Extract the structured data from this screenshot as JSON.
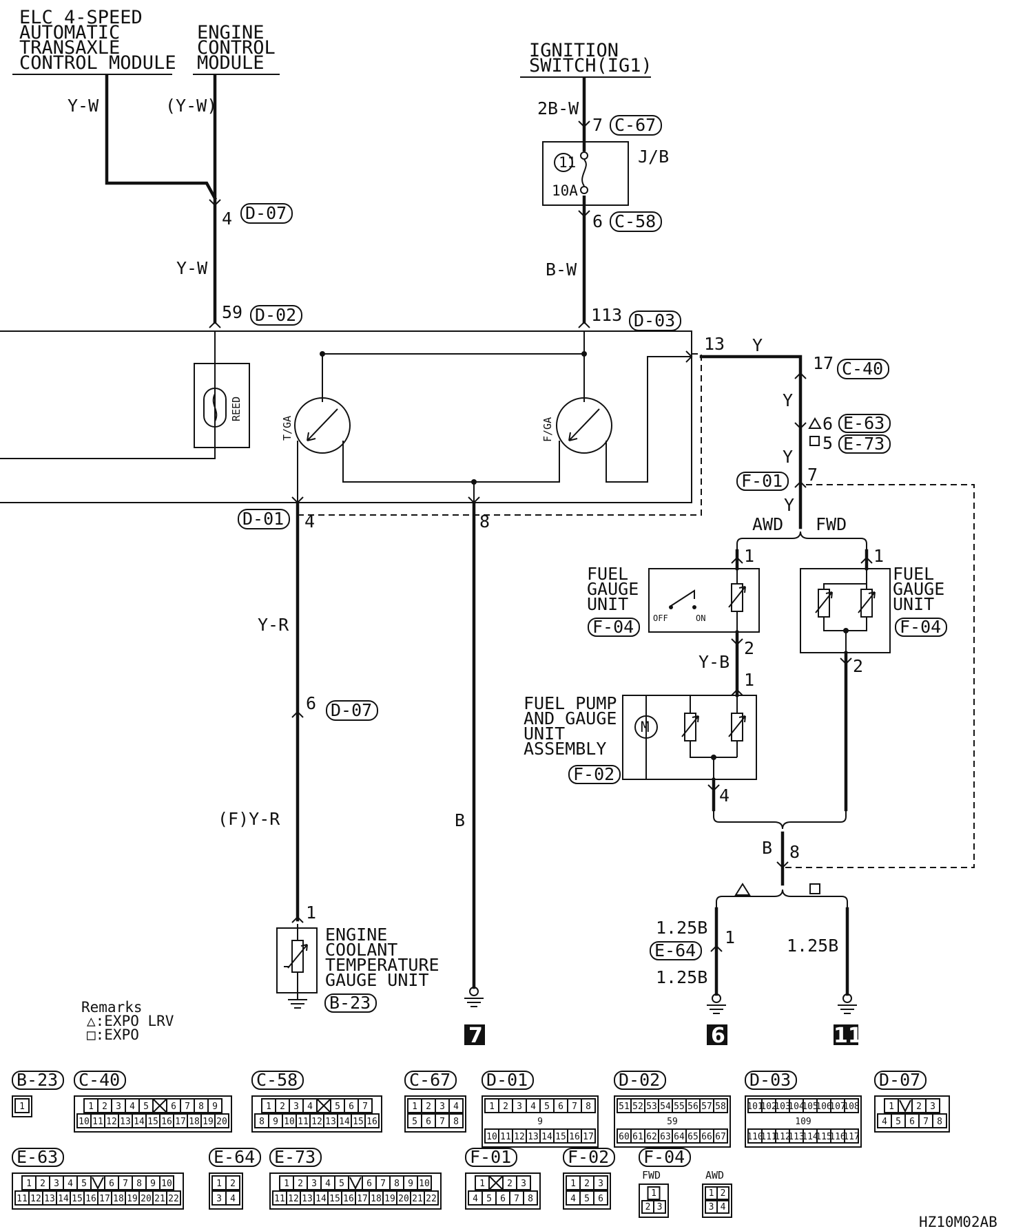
{
  "modules": {
    "elc": [
      "ELC 4-SPEED",
      "AUTOMATIC",
      "TRANSAXLE",
      "CONTROL MODULE"
    ],
    "ecm": [
      "ENGINE",
      "CONTROL",
      "MODULE"
    ],
    "ignition": [
      "IGNITION",
      "SWITCH(IG1)"
    ]
  },
  "wires": {
    "yw": "Y-W",
    "yw_paren": "(Y-W)",
    "yw2": "Y-W",
    "bw2": "2B-W",
    "bw": "B-W",
    "y1": "Y",
    "y2": "Y",
    "y3": "Y",
    "y4": "Y",
    "yr": "Y-R",
    "fyr": "(F)Y-R",
    "b": "B",
    "yb": "Y-B",
    "b8": "B",
    "w125a": "1.25B",
    "w125b": "1.25B",
    "w125c": "1.25B"
  },
  "pins": {
    "p7": "7",
    "p6": "6",
    "p4": "4",
    "p59": "59",
    "p113": "113",
    "p13": "13",
    "p17": "17",
    "p6e": "6",
    "p5e": "5",
    "p7f": "7",
    "p4d": "4",
    "p8d": "8",
    "p6d": "6",
    "p1": "1",
    "awd1": "1",
    "awd2": "2",
    "pump1": "1",
    "pump4": "4",
    "fwd1": "1",
    "fwd2": "2",
    "g8": "8",
    "e64p": "1"
  },
  "connectors": {
    "c67": "C-67",
    "c58": "C-58",
    "d07a": "D-07",
    "d02": "D-02",
    "d03": "D-03",
    "c40": "C-40",
    "e63": "E-63",
    "e73": "E-73",
    "f01": "F-01",
    "d01": "D-01",
    "d07b": "D-07",
    "f04a": "F-04",
    "f04b": "F-04",
    "f02": "F-02",
    "e64": "E-64",
    "b23": "B-23"
  },
  "components": {
    "jb": "J/B",
    "fuse_num": "11",
    "fuse_rating": "10A",
    "reed": "REED",
    "tga": "T/GA",
    "fga": "F/GA",
    "fuel_gauge_awd": [
      "FUEL",
      "GAUGE",
      "UNIT"
    ],
    "fuel_gauge_fwd": [
      "FUEL",
      "GAUGE",
      "UNIT"
    ],
    "fuel_pump": [
      "FUEL PUMP",
      "AND GAUGE",
      "UNIT",
      "ASSEMBLY"
    ],
    "coolant": [
      "ENGINE",
      "COOLANT",
      "TEMPERATURE",
      "GAUGE UNIT"
    ],
    "off": "OFF",
    "on": "ON",
    "motor": "M"
  },
  "branches": {
    "awd": "AWD",
    "fwd": "FWD"
  },
  "grounds": {
    "g7": "7",
    "g6": "6",
    "g11": "11"
  },
  "remarks": [
    "Remarks",
    "△:EXPO LRV",
    "□:EXPO"
  ],
  "connector_views": [
    {
      "id": "B-23",
      "rows": [
        [
          "1"
        ]
      ]
    },
    {
      "id": "C-40",
      "rows": [
        [
          "1",
          "2",
          "3",
          "4",
          "5",
          "X",
          "6",
          "7",
          "8",
          "9"
        ],
        [
          "10",
          "11",
          "12",
          "13",
          "14",
          "15",
          "16",
          "17",
          "18",
          "19",
          "20"
        ]
      ]
    },
    {
      "id": "C-58",
      "rows": [
        [
          "1",
          "2",
          "3",
          "4",
          "X",
          "5",
          "6",
          "7"
        ],
        [
          "8",
          "9",
          "10",
          "11",
          "12",
          "13",
          "14",
          "15",
          "16"
        ]
      ]
    },
    {
      "id": "C-67",
      "rows": [
        [
          "1",
          "2",
          "3",
          "4"
        ],
        [
          "5",
          "6",
          "7",
          "8"
        ]
      ]
    },
    {
      "id": "D-01",
      "rows": [
        [
          "1",
          "2",
          "3",
          "4",
          "5",
          "6",
          "7",
          "8"
        ],
        [
          "10",
          "11",
          "12",
          "13",
          "14",
          "15",
          "16",
          "17"
        ]
      ],
      "mid": "9"
    },
    {
      "id": "D-02",
      "rows": [
        [
          "51",
          "52",
          "53",
          "54",
          "55",
          "56",
          "57",
          "58"
        ],
        [
          "60",
          "61",
          "62",
          "63",
          "64",
          "65",
          "66",
          "67"
        ]
      ],
      "mid": "59"
    },
    {
      "id": "D-03",
      "rows": [
        [
          "101",
          "102",
          "103",
          "104",
          "105",
          "106",
          "107",
          "108"
        ],
        [
          "110",
          "111",
          "112",
          "113",
          "114",
          "115",
          "116",
          "117"
        ]
      ],
      "mid": "109"
    },
    {
      "id": "D-07",
      "rows": [
        [
          "1",
          "V",
          "2",
          "3"
        ],
        [
          "4",
          "5",
          "6",
          "7",
          "8"
        ]
      ]
    },
    {
      "id": "E-63",
      "rows": [
        [
          "1",
          "2",
          "3",
          "4",
          "5",
          "V",
          "6",
          "7",
          "8",
          "9",
          "10"
        ],
        [
          "11",
          "12",
          "13",
          "14",
          "15",
          "16",
          "17",
          "18",
          "19",
          "20",
          "21",
          "22"
        ]
      ]
    },
    {
      "id": "E-64",
      "rows": [
        [
          "1",
          "2"
        ],
        [
          "3",
          "4"
        ]
      ]
    },
    {
      "id": "E-73",
      "rows": [
        [
          "1",
          "2",
          "3",
          "4",
          "5",
          "V",
          "6",
          "7",
          "8",
          "9",
          "10"
        ],
        [
          "11",
          "12",
          "13",
          "14",
          "15",
          "16",
          "17",
          "18",
          "19",
          "20",
          "21",
          "22"
        ]
      ]
    },
    {
      "id": "F-01",
      "rows": [
        [
          "1",
          "X",
          "2",
          "3"
        ],
        [
          "4",
          "5",
          "6",
          "7",
          "8"
        ]
      ]
    },
    {
      "id": "F-02",
      "rows": [
        [
          "1",
          "2",
          "3"
        ],
        [
          "4",
          "5",
          "6"
        ]
      ]
    },
    {
      "id": "F-04",
      "variants": [
        {
          "name": "FWD",
          "rows": [
            [
              "1"
            ],
            [
              "2",
              "3"
            ]
          ]
        },
        {
          "name": "AWD",
          "rows": [
            [
              "1",
              "2"
            ],
            [
              "3",
              "4"
            ]
          ]
        }
      ]
    }
  ],
  "code": "HZ10M02AB"
}
